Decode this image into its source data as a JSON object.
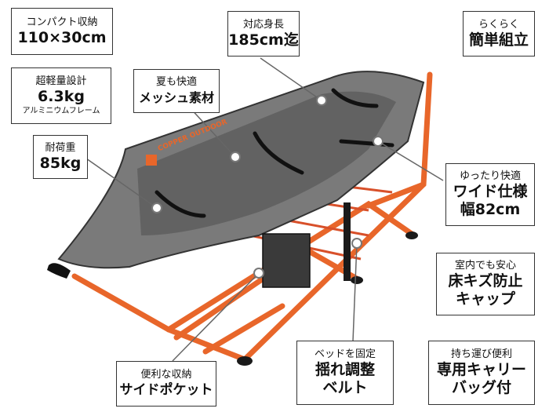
{
  "callouts": {
    "compact": {
      "line1": "コンパクト収納",
      "line2": "110×30cm"
    },
    "height": {
      "line1": "対応身長",
      "line2": "185cm迄"
    },
    "easy": {
      "line1": "らくらく",
      "line2": "簡単組立"
    },
    "light": {
      "line1": "超軽量設計",
      "line2": "6.3kg",
      "line3": "アルミニウムフレーム"
    },
    "summer": {
      "line1": "夏も快適",
      "line2": "メッシュ素材"
    },
    "load": {
      "line1": "耐荷重",
      "line2": "85kg"
    },
    "wide": {
      "line1": "ゆったり快適",
      "line2": "ワイド仕様",
      "line3": "幅82cm"
    },
    "cap": {
      "line1": "室内でも安心",
      "line2": "床キズ防止",
      "line3": "キャップ"
    },
    "pocket": {
      "line1": "便利な収納",
      "line2": "サイドポケット"
    },
    "belt": {
      "line1": "ベッドを固定",
      "line2": "揺れ調整",
      "line3": "ベルト"
    },
    "bag": {
      "line1": "持ち運び便利",
      "line2": "専用キャリー",
      "line3": "バッグ付"
    }
  },
  "product": {
    "brand_text": "COPPER OUTDOOR",
    "frame_color": "#e8662a",
    "bed_color": "#7a7a7a"
  }
}
